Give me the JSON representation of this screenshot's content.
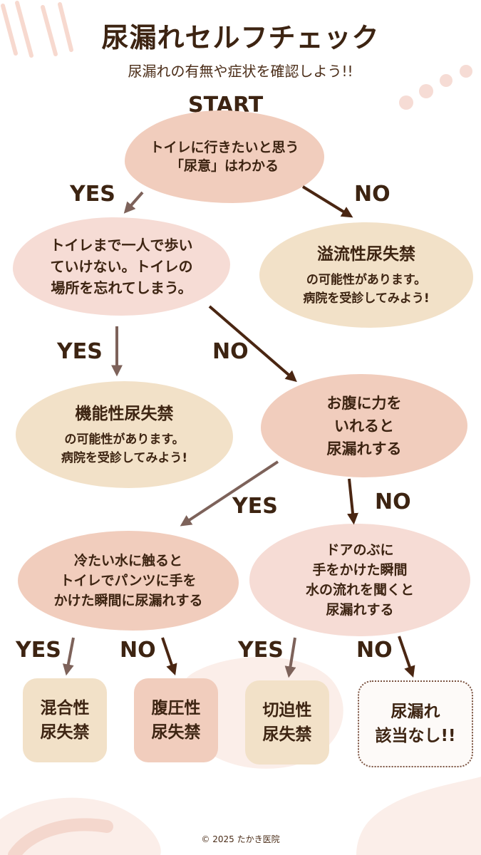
{
  "header": {
    "title": "尿漏れセルフチェック",
    "subtitle": "尿漏れの有無や症状を確認しよう!!"
  },
  "start_label": "START",
  "labels": {
    "yes": "YES",
    "no": "NO"
  },
  "questions": {
    "q1": [
      "トイレに行きたいと思う",
      "「尿意」はわかる"
    ],
    "q2": [
      "トイレまで一人で歩い",
      "ていけない。トイレの",
      "場所を忘れてしまう。"
    ],
    "q3": [
      "お腹に力を",
      "いれると",
      "尿漏れする"
    ],
    "q4": [
      "冷たい水に触ると",
      "トイレでパンツに手を",
      "かけた瞬間に尿漏れする"
    ],
    "q5": [
      "ドアのぶに",
      "手をかけた瞬間",
      "水の流れを聞くと",
      "尿漏れする"
    ]
  },
  "results": {
    "overflow": {
      "title": "溢流性尿失禁",
      "lines": [
        "の可能性があります。",
        "病院を受診してみよう!"
      ]
    },
    "functional": {
      "title": "機能性尿失禁",
      "lines": [
        "の可能性があります。",
        "病院を受診してみよう!"
      ]
    },
    "mixed": [
      "混合性",
      "尿失禁"
    ],
    "stress": [
      "腹圧性",
      "尿失禁"
    ],
    "urge": [
      "切迫性",
      "尿失禁"
    ],
    "none": [
      "尿漏れ",
      "該当なし!!"
    ]
  },
  "footer": "© 2025 たかき医院",
  "colors": {
    "arrow_gray": "#7d625a",
    "arrow_dark": "#4a2612",
    "node_pink": "#f1cdbd",
    "node_light": "#f6dcd5",
    "node_beige": "#f2e1c8"
  }
}
